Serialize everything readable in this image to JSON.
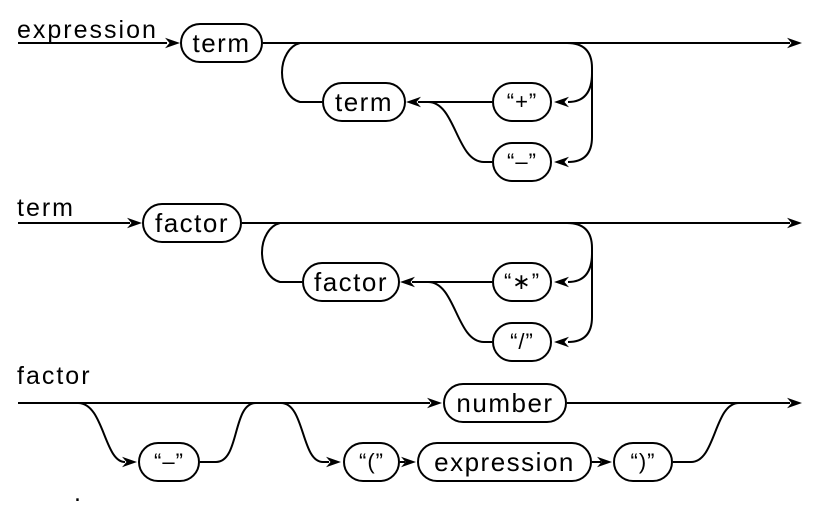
{
  "colors": {
    "ink": "#000000",
    "background": "#ffffff"
  },
  "rules": [
    {
      "label": "expression",
      "nodes": [
        {
          "kind": "nonterminal",
          "text": "term"
        },
        {
          "kind": "nonterminal",
          "text": "term"
        },
        {
          "kind": "terminal",
          "text": "“+”"
        },
        {
          "kind": "terminal",
          "text": "“–”"
        }
      ]
    },
    {
      "label": "term",
      "nodes": [
        {
          "kind": "nonterminal",
          "text": "factor"
        },
        {
          "kind": "nonterminal",
          "text": "factor"
        },
        {
          "kind": "terminal",
          "text": "“∗”"
        },
        {
          "kind": "terminal",
          "text": "“/”"
        }
      ]
    },
    {
      "label": "factor",
      "nodes": [
        {
          "kind": "terminal",
          "text": "“–”"
        },
        {
          "kind": "nonterminal",
          "text": "number"
        },
        {
          "kind": "terminal",
          "text": "“(”"
        },
        {
          "kind": "nonterminal",
          "text": "expression"
        },
        {
          "kind": "terminal",
          "text": "“)”"
        }
      ]
    }
  ],
  "end_mark": "."
}
